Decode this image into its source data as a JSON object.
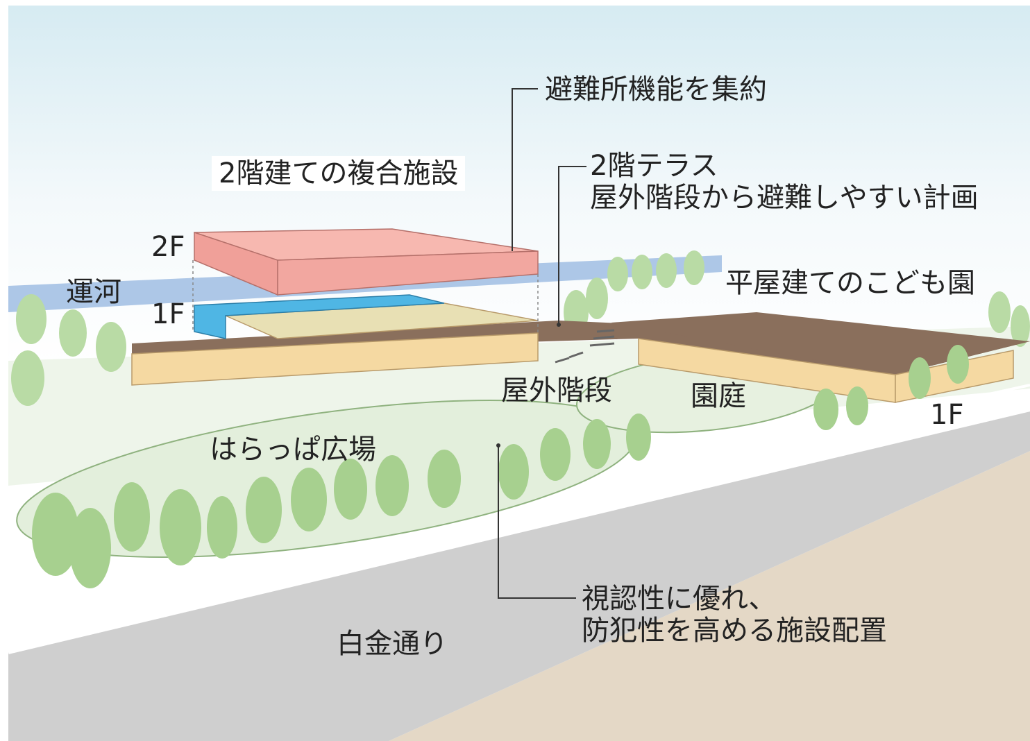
{
  "labels": {
    "shelter_function": "避難所機能を集約",
    "complex_facility": "2階建ての複合施設",
    "terrace_line1": "2階テラス",
    "terrace_line2": "屋外階段から避難しやすい計画",
    "nursery": "平屋建てのこども園",
    "canal": "運河",
    "floor_2f": "2F",
    "floor_1f_left": "1F",
    "floor_1f_right": "1F",
    "outdoor_stairs": "屋外階段",
    "garden": "園庭",
    "open_plaza": "はらっぱ広場",
    "street": "白金通り",
    "visibility_line1": "視認性に優れ、",
    "visibility_line2": "防犯性を高める施設配置"
  },
  "colors": {
    "sky_top": "#d9ecf2",
    "canal": "#a9c4e6",
    "upper_floor": "#f2a7a0",
    "lower_floor_blue": "#4fb6e4",
    "lower_floor_beige": "#f5d9a2",
    "terrace": "#8a6f5c",
    "lawn": "#e6f1df",
    "trees": "#a7d08f",
    "road": "#cfcfcf",
    "ground": "#e4d8c6"
  }
}
